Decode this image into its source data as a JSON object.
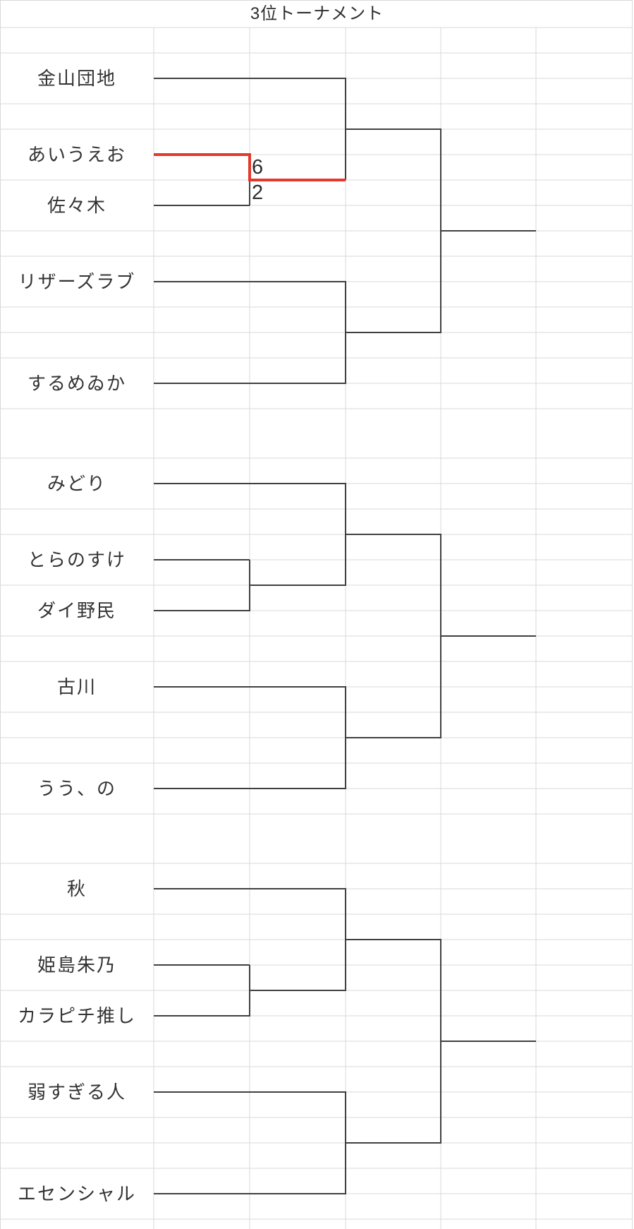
{
  "title": "3位トーナメント",
  "match_result": {
    "winner": "あいうえお",
    "winner_score": "6",
    "loser": "佐々木",
    "loser_score": "2"
  },
  "colors": {
    "grid": "#d9d9d9",
    "bracket": "#404040",
    "winner_path": "#e5382b",
    "text": "#333333"
  },
  "sections": [
    {
      "name": "top-bracket",
      "teams": [
        {
          "name": "金山団地"
        },
        {
          "name": "あいうえお"
        },
        {
          "name": "佐々木"
        },
        {
          "name": "リザーズラブ"
        },
        {
          "name": "するめゐか"
        }
      ]
    },
    {
      "name": "middle-bracket",
      "teams": [
        {
          "name": "みどり"
        },
        {
          "name": "とらのすけ"
        },
        {
          "name": "ダイ野民"
        },
        {
          "name": "古川"
        },
        {
          "name": "うう、の"
        }
      ]
    },
    {
      "name": "bottom-bracket",
      "teams": [
        {
          "name": "秋"
        },
        {
          "name": "姫島朱乃"
        },
        {
          "name": "カラピチ推し"
        },
        {
          "name": "弱すぎる人"
        },
        {
          "name": "エセンシャル"
        }
      ]
    }
  ]
}
